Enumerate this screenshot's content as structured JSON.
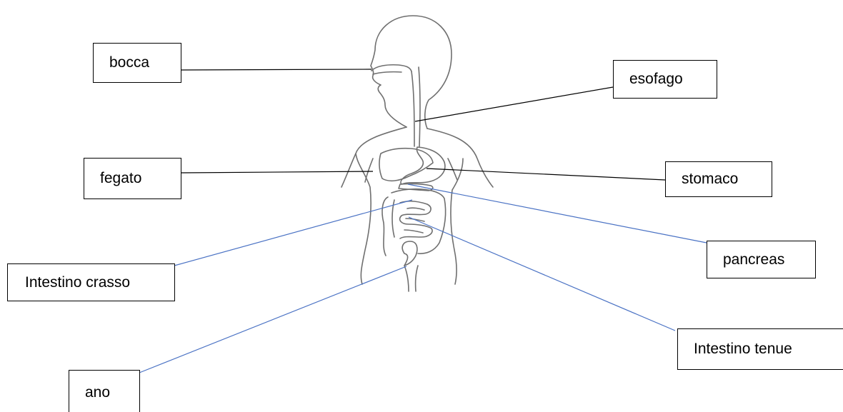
{
  "labels": {
    "bocca": "bocca",
    "esofago": "esofago",
    "fegato": "fegato",
    "stomaco": "stomaco",
    "pancreas": "pancreas",
    "intestino_crasso": "Intestino crasso",
    "intestino_tenue": "Intestino tenue",
    "ano": "ano"
  },
  "colors": {
    "black_leader": "#000000",
    "blue_leader": "#4a72c4",
    "outline": "#6f6f6f"
  }
}
